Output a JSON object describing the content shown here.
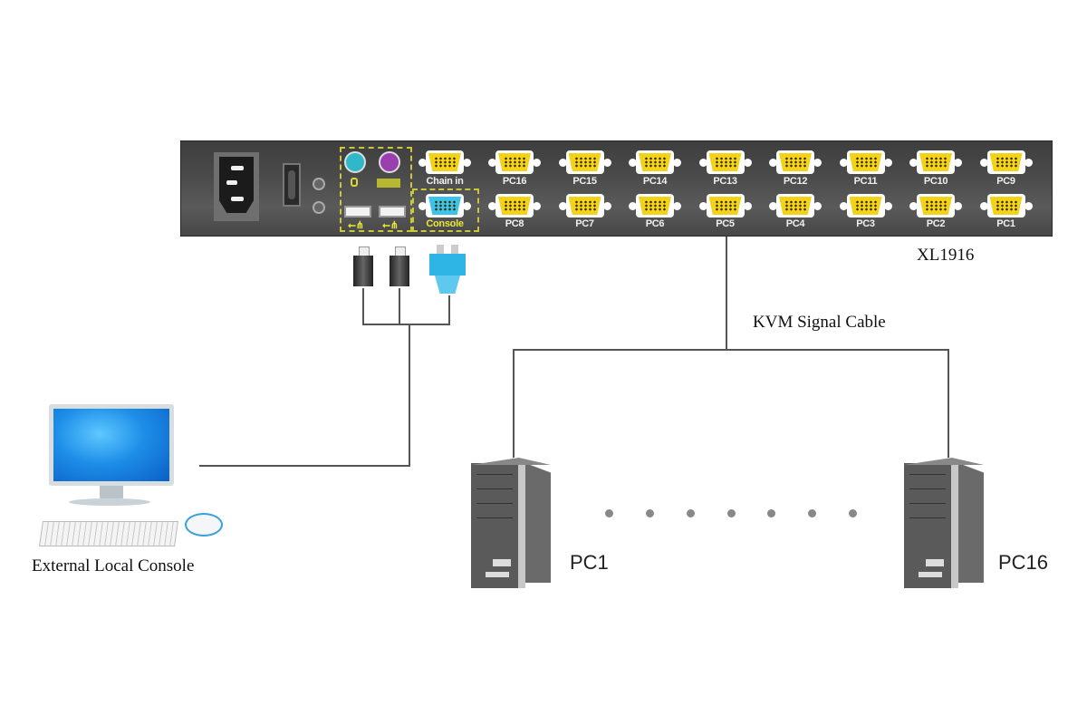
{
  "device": {
    "model": "XL1916",
    "console_ports": {
      "chain_in_label": "Chain in",
      "console_label": "Console"
    },
    "pc_ports_top": [
      "PC16",
      "PC15",
      "PC14",
      "PC13",
      "PC12",
      "PC11",
      "PC10",
      "PC9"
    ],
    "pc_ports_bottom": [
      "PC8",
      "PC7",
      "PC6",
      "PC5",
      "PC4",
      "PC3",
      "PC2",
      "PC1"
    ],
    "icons": [
      "power-inlet-icon",
      "power-switch-icon",
      "ps2-mouse-port-icon",
      "ps2-keyboard-port-icon",
      "usb-port-icon",
      "vga-port-icon"
    ]
  },
  "labels": {
    "kvm_cable": "KVM Signal Cable",
    "external_console": "External Local Console",
    "pc_first": "PC1",
    "pc_last": "PC16"
  },
  "colors": {
    "vga_port": "#f3d21a",
    "console_port": "#3cc3e8",
    "ps2_mouse": "#2fb8c9",
    "ps2_keyboard": "#9a3fb0",
    "dashed_outline": "#c8c83a",
    "panel": "#4a4a4a",
    "cable": "#555555"
  },
  "ellipsis_dot_count": 7
}
